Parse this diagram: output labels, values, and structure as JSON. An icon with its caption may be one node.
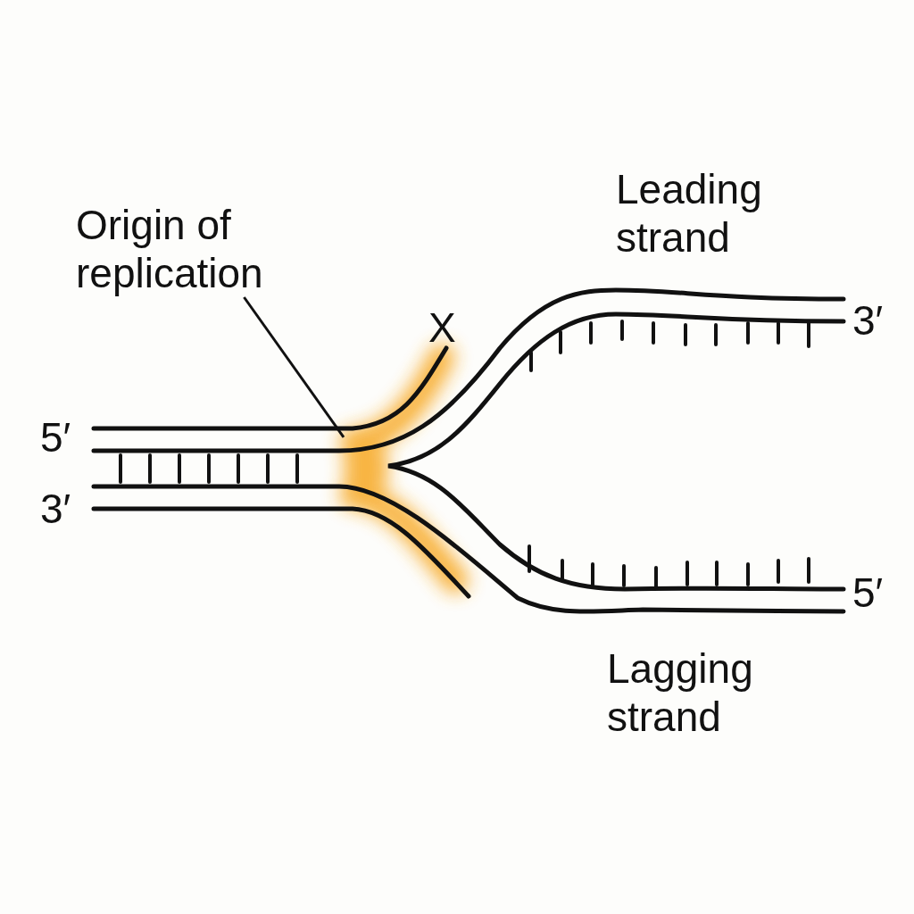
{
  "diagram": {
    "nodes": [
      {
        "text": [
          "Origin of replication"
        ]
      },
      {
        "text": [],
        "shape": "glow"
      }
    ],
    "edges": [
      {
        "from": 0,
        "to": 1,
        "arrow": "none"
      }
    ],
    "labels": [
      "Leading strand",
      "X",
      "3′",
      "5′",
      "3′",
      "5′",
      "Lagging strand"
    ]
  }
}
